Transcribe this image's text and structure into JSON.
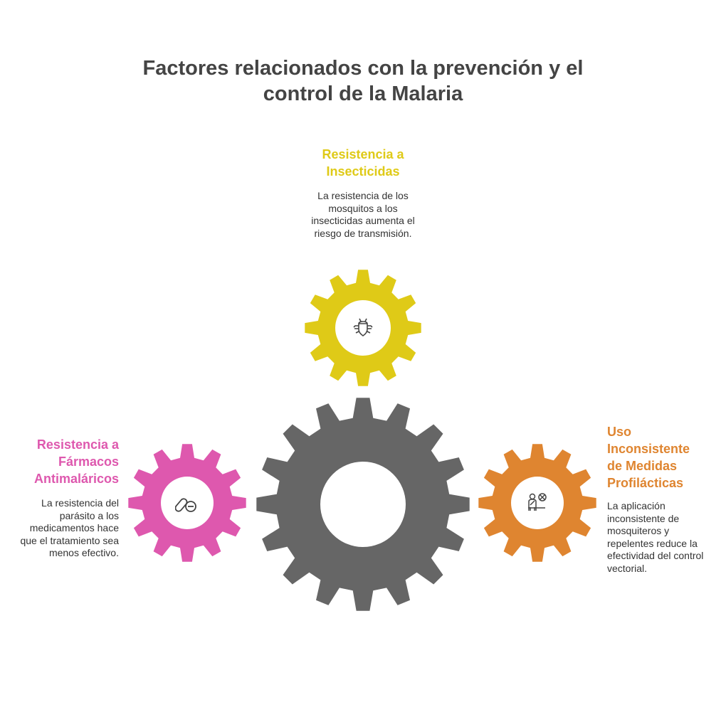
{
  "title": "Factores relacionados con la prevención y el control de la Malaria",
  "colors": {
    "yellow": "#DFCA17",
    "pink": "#DE58AE",
    "orange": "#DF8530",
    "gray": "#666666",
    "text": "#333333"
  },
  "factors": [
    {
      "heading": "Resistencia a Insecticidas",
      "description": "La resistencia de los mosquitos a los insecticidas aumenta el riesgo de transmisión.",
      "icon": "bug-icon"
    },
    {
      "heading": "Resistencia a Fármacos Antimaláricos",
      "description": "La resistencia del parásito a los medicamentos hace que el tratamiento sea menos efectivo.",
      "icon": "pills-icon"
    },
    {
      "heading": "Uso Inconsistente de Medidas Profilácticas",
      "description": "La aplicación inconsistente de mosquiteros y repelentes reduce la efectividad del control vectorial.",
      "icon": "person-no-mosquito-icon"
    }
  ]
}
